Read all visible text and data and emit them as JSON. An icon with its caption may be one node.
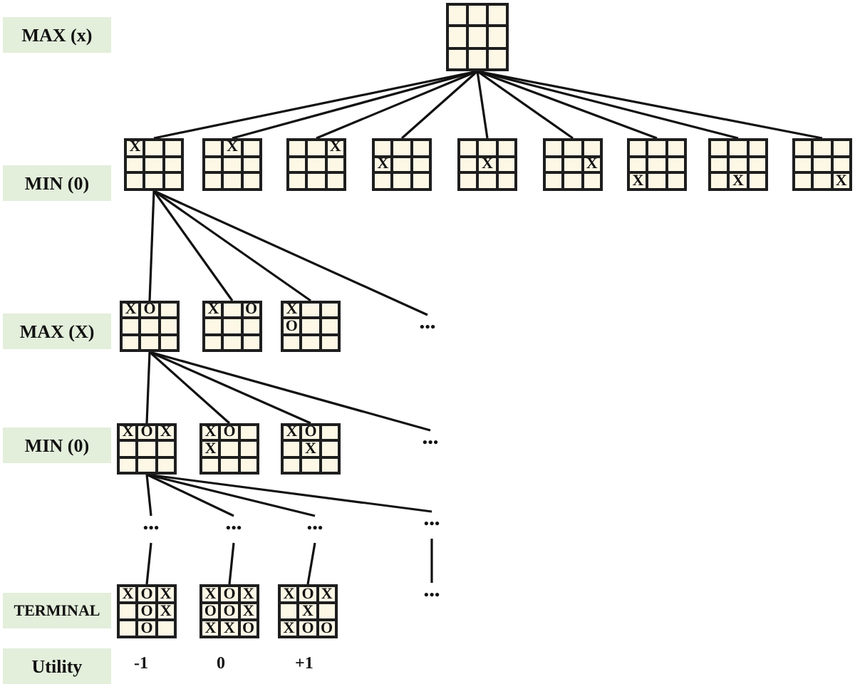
{
  "diagram": {
    "nodes": [
      {
        "text": [],
        "shape": "box"
      },
      {
        "text": [
          "X"
        ]
      },
      {
        "text": [
          "X"
        ]
      },
      {
        "text": [
          "X"
        ]
      },
      {
        "text": [
          "X"
        ]
      },
      {
        "text": [
          "X"
        ]
      },
      {
        "text": [
          "X"
        ]
      },
      {
        "text": [
          "X"
        ]
      },
      {
        "text": [
          "X"
        ]
      },
      {
        "text": [
          "X"
        ]
      },
      {
        "text": [
          "X",
          "O"
        ]
      },
      {
        "text": [
          "X",
          "O"
        ]
      },
      {
        "text": [
          "X",
          "O"
        ]
      },
      {
        "text": [
          "•••"
        ]
      },
      {
        "text": [
          "X",
          "O",
          "X"
        ]
      },
      {
        "text": [
          "X",
          "O",
          "X"
        ]
      },
      {
        "text": [
          "X",
          "O",
          "X"
        ]
      },
      {
        "text": [
          "•••"
        ]
      },
      {
        "text": [
          "•••"
        ]
      },
      {
        "text": [
          "•••"
        ]
      },
      {
        "text": [
          "•••"
        ]
      },
      {
        "text": [
          "•••"
        ]
      },
      {
        "text": [
          "X",
          "O",
          "X",
          "O",
          "X",
          "O"
        ],
        "beside": [
          "-1"
        ]
      },
      {
        "text": [
          "X",
          "O",
          "X",
          "O",
          "O",
          "X",
          "X",
          "X",
          "O"
        ],
        "beside": [
          "0"
        ]
      },
      {
        "text": [
          "X",
          "O",
          "X",
          "X",
          "X",
          "O",
          "O"
        ],
        "beside": [
          "+1"
        ]
      },
      {
        "text": [
          "•••"
        ]
      },
      {
        "text": [
          "MAX (x)"
        ]
      },
      {
        "text": [
          "MIN (0)"
        ]
      },
      {
        "text": [
          "MAX (X)"
        ]
      },
      {
        "text": [
          "MIN (0)"
        ]
      },
      {
        "text": [
          "TERMINAL"
        ]
      },
      {
        "text": [
          "Utility"
        ]
      }
    ],
    "edges": [
      {
        "from": 0,
        "to": 1,
        "arrow": "none"
      },
      {
        "from": 0,
        "to": 2,
        "arrow": "none"
      },
      {
        "from": 0,
        "to": 3,
        "arrow": "none"
      },
      {
        "from": 0,
        "to": 4,
        "arrow": "none"
      },
      {
        "from": 0,
        "to": 5,
        "arrow": "none"
      },
      {
        "from": 0,
        "to": 6,
        "arrow": "none"
      },
      {
        "from": 0,
        "to": 7,
        "arrow": "none"
      },
      {
        "from": 0,
        "to": 8,
        "arrow": "none"
      },
      {
        "from": 0,
        "to": 9,
        "arrow": "none"
      },
      {
        "from": 1,
        "to": 10,
        "arrow": "none"
      },
      {
        "from": 1,
        "to": 11,
        "arrow": "none"
      },
      {
        "from": 1,
        "to": 12,
        "arrow": "none"
      },
      {
        "from": 1,
        "to": 13,
        "arrow": "none"
      },
      {
        "from": 10,
        "to": 14,
        "arrow": "none"
      },
      {
        "from": 10,
        "to": 15,
        "arrow": "none"
      },
      {
        "from": 10,
        "to": 16,
        "arrow": "none"
      },
      {
        "from": 10,
        "to": 17,
        "arrow": "none"
      },
      {
        "from": 14,
        "to": 18,
        "arrow": "none"
      },
      {
        "from": 14,
        "to": 19,
        "arrow": "none"
      },
      {
        "from": 14,
        "to": 20,
        "arrow": "none"
      },
      {
        "from": 14,
        "to": 21,
        "arrow": "none"
      },
      {
        "from": 18,
        "to": 22,
        "arrow": "none"
      },
      {
        "from": 19,
        "to": 23,
        "arrow": "none"
      },
      {
        "from": 20,
        "to": 24,
        "arrow": "none"
      },
      {
        "from": 21,
        "to": 25,
        "arrow": "none"
      }
    ]
  }
}
